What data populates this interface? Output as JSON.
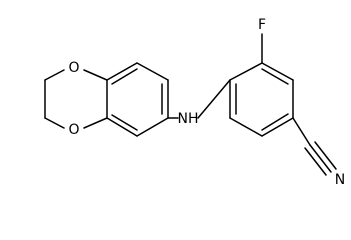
{
  "structure": {
    "atoms": {
      "fluorine": "F",
      "amine": "NH",
      "ring_oxygen_top": "O",
      "ring_oxygen_bottom": "O",
      "nitrile_nitrogen": "N"
    }
  },
  "colors": {
    "bond": "#000000",
    "label": "#000000",
    "background": "#ffffff"
  }
}
